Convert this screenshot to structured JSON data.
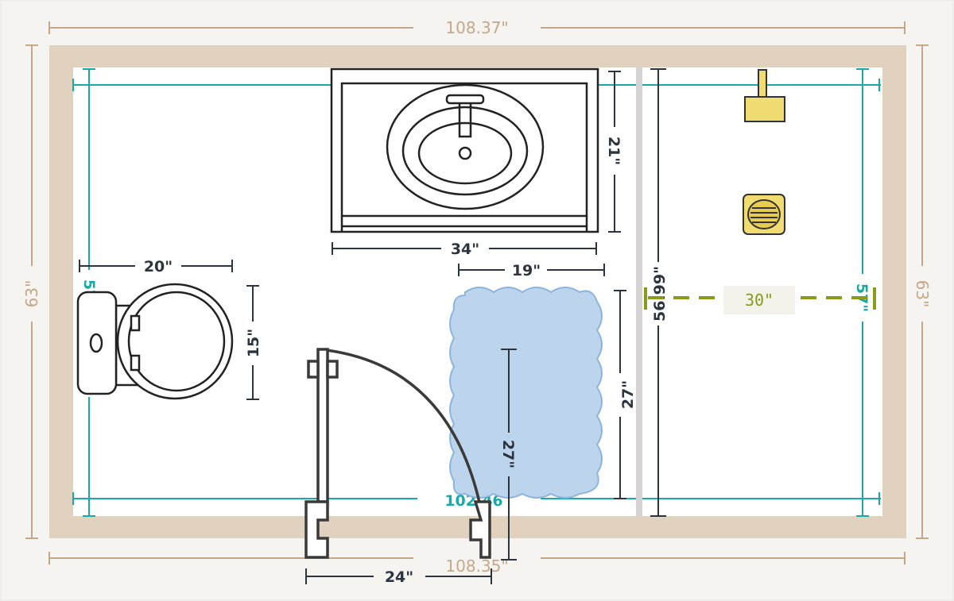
{
  "plan": {
    "outer_width_top": "108.37\"",
    "outer_width_bottom": "108.35\"",
    "outer_height_left": "63\"",
    "outer_height_right": "63\"",
    "inner_width": "102.46",
    "inner_height_left": "57\"",
    "inner_height_right": "57\"",
    "divider_height": "56.99\"",
    "vanity_depth": "21\"",
    "vanity_width": "34\"",
    "rug_width": "19\"",
    "rug_height_inner": "27\"",
    "rug_height_side": "27\"",
    "toilet_width": "20\"",
    "toilet_depth": "15\"",
    "door_width": "24\"",
    "shower_width": "30\""
  },
  "colors": {
    "wall": "#e0d2bf",
    "teal_dimension": "#1aa9a9",
    "tan_dimension": "#c4a88a",
    "green_dimension": "#8a9a1a",
    "rug": "#bcd4ec",
    "fixture_yellow": "#f0dc70"
  }
}
